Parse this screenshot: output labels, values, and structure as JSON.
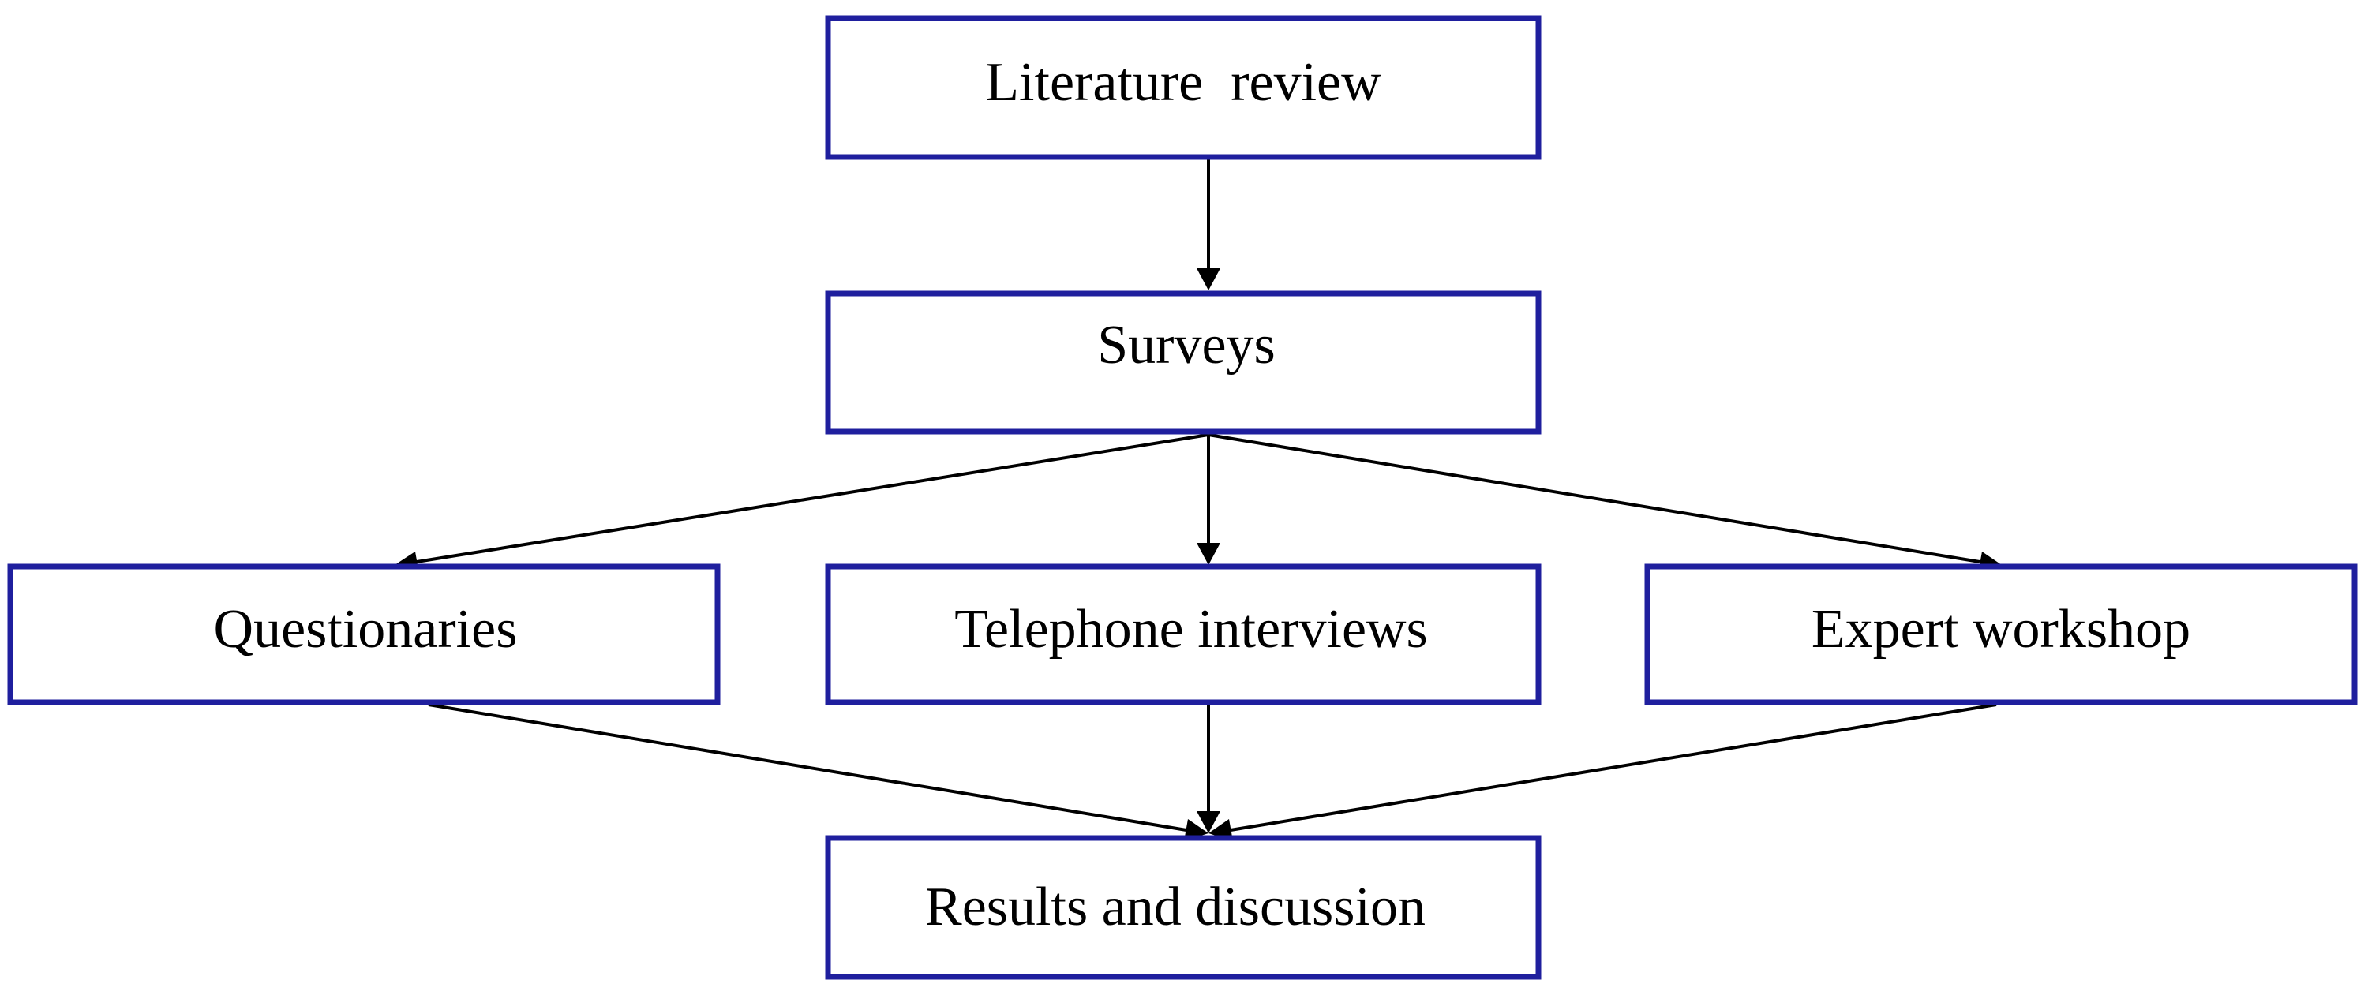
{
  "diagram": {
    "nodes": {
      "literature_review": "Literature  review",
      "surveys": "Surveys",
      "questionaries": "Questionaries",
      "telephone_interviews": "Telephone interviews",
      "expert_workshop": "Expert workshop",
      "results_discussion": "Results and discussion"
    },
    "edges": [
      {
        "from": "literature_review",
        "to": "surveys"
      },
      {
        "from": "surveys",
        "to": "questionaries"
      },
      {
        "from": "surveys",
        "to": "telephone_interviews"
      },
      {
        "from": "surveys",
        "to": "expert_workshop"
      },
      {
        "from": "questionaries",
        "to": "results_discussion"
      },
      {
        "from": "telephone_interviews",
        "to": "results_discussion"
      },
      {
        "from": "expert_workshop",
        "to": "results_discussion"
      }
    ],
    "colors": {
      "box_border": "#1f1f9e",
      "arrow": "#000000",
      "text": "#000000",
      "background": "#ffffff"
    }
  }
}
